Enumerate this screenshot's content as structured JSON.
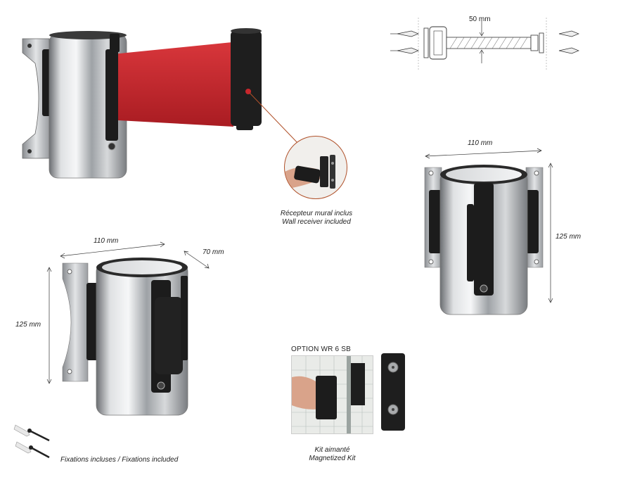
{
  "diagram": {
    "width_label": "50 mm"
  },
  "receiver": {
    "caption_fr": "Récepteur mural inclus",
    "caption_en": "Wall receiver included"
  },
  "front_view": {
    "width_label": "110 mm",
    "height_label": "125 mm"
  },
  "side_view": {
    "width_label": "110 mm",
    "depth_label": "70 mm",
    "height_label": "125 mm"
  },
  "fixings": {
    "caption": "Fixations incluses / Fixations included"
  },
  "option": {
    "title": "OPTION WR 6 SB",
    "caption_fr": "Kit aimanté",
    "caption_en": "Magnetized Kit"
  },
  "colors": {
    "belt": "#c8262c",
    "steel": "#b9bcc0",
    "black_part": "#1c1c1c",
    "callout_line": "#b0512a"
  }
}
